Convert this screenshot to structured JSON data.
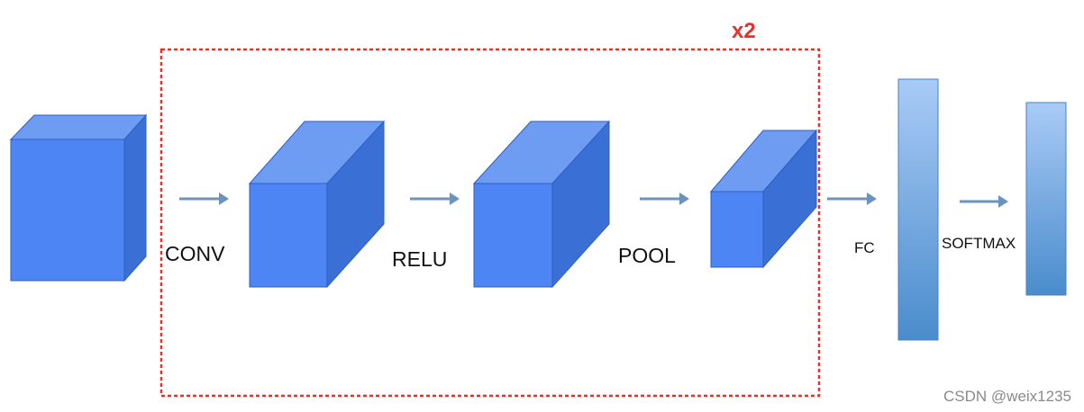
{
  "repeat_box": {
    "label": "x2",
    "color": "#e8302a"
  },
  "stages": {
    "conv": "CONV",
    "relu": "RELU",
    "pool": "POOL",
    "fc": "FC",
    "softmax": "SOFTMAX"
  },
  "colors": {
    "cube_front": "#4d85f5",
    "cube_top": "#6e9cf2",
    "cube_side": "#3a6fd6",
    "arrow": "#6a93bf",
    "bar_top": "#a9cbf6",
    "bar_bottom": "#4a8ccc"
  },
  "watermark": "CSDN @weix1235"
}
